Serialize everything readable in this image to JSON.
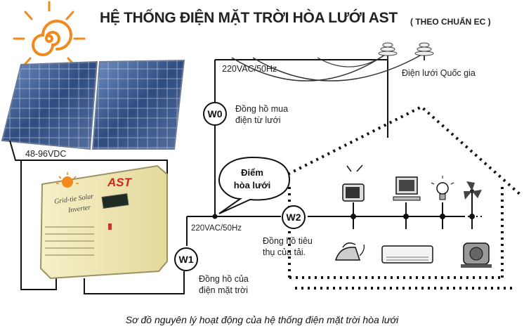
{
  "header": {
    "title": "HỆ THỐNG ĐIỆN MẶT TRỜI HÒA LƯỚI AST",
    "subtitle": "( THEO CHUẨN EC )"
  },
  "labels": {
    "voltage_top": "220VAC/50Hz",
    "grid_national": "Điện lưới Quốc gia",
    "dc_voltage": "48-96VDC",
    "voltage_mid": "220VAC/50Hz",
    "tie_point_line1": "Điểm",
    "tie_point_line2": "hòa lưới",
    "w0_desc_line1": "Đồng hồ mua",
    "w0_desc_line2": "điện từ lưới",
    "w2_desc_line1": "Đồng hồ tiêu",
    "w2_desc_line2": "thụ của tải.",
    "w1_desc_line1": "Đồng hồ của",
    "w1_desc_line2": "điện mặt trời"
  },
  "meters": {
    "w0": "W0",
    "w1": "W1",
    "w2": "W2"
  },
  "inverter": {
    "brand": "AST",
    "name_line1": "Grid-tie Solar",
    "name_line2": "Inverter"
  },
  "caption": "Sơ đồ nguyên lý hoạt động của hệ thống điện mặt trời hòa lưới",
  "colors": {
    "sun": "#f08a1c",
    "panel": "#3c5a8e",
    "inverter_body": "#efe7b3",
    "wire": "#111111",
    "brand_red": "#cc2a1c"
  }
}
